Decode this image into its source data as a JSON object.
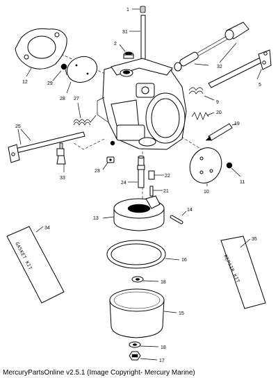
{
  "footer": {
    "caption": "MercuryPartsOnline v2.5.1 (Image Copyright- Mercury Marine)"
  },
  "kits": {
    "gasket_text": "GASKET KIT",
    "repair_text": "REPAIR KIT"
  },
  "callouts": {
    "c1": "1",
    "c2": "2",
    "c5": "5",
    "c9": "9",
    "c10": "10",
    "c11": "11",
    "c12": "12",
    "c13": "13",
    "c14": "14",
    "c15": "15",
    "c16": "16",
    "c17": "17",
    "c18a": "18",
    "c18b": "18",
    "c19": "19",
    "c20": "20",
    "c21": "21",
    "c22": "22",
    "c23": "23",
    "c24": "24",
    "c25": "25",
    "c27": "27",
    "c28": "28",
    "c29": "29",
    "c31": "31",
    "c32": "32",
    "c33": "33",
    "c34": "34",
    "c35": "35"
  }
}
